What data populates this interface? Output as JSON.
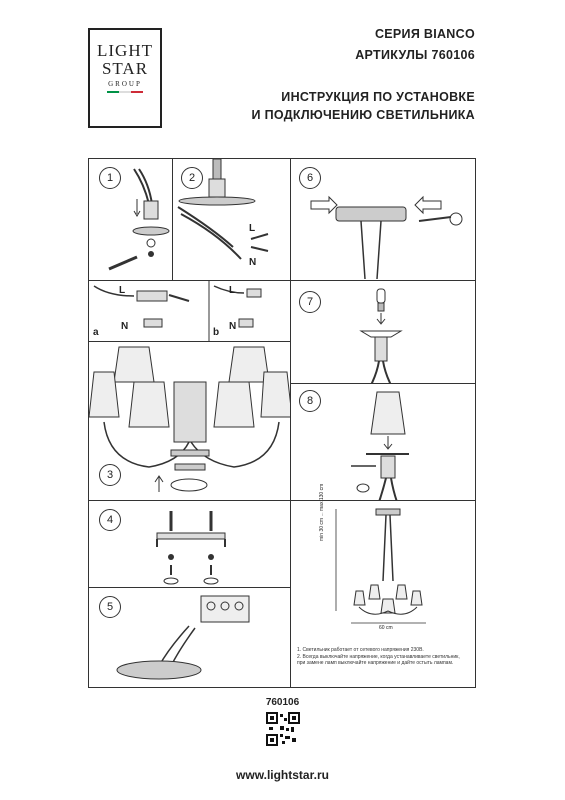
{
  "logo": {
    "line1": "LIGHT",
    "line2": "STAR",
    "line3": "GROUP",
    "flag_colors": [
      "#009246",
      "#ffffff",
      "#ce2b37"
    ]
  },
  "header": {
    "series": "СЕРИЯ BIANCO",
    "articles": "АРТИКУЛЫ 760106",
    "title_line1": "ИНСТРУКЦИЯ ПО УСТАНОВКЕ",
    "title_line2": "И ПОДКЛЮЧЕНИЮ СВЕТИЛЬНИКА"
  },
  "steps": {
    "s1": "1",
    "s2": "2",
    "s3": "3",
    "s4": "4",
    "s5": "5",
    "s6": "6",
    "s7": "7",
    "s8": "8"
  },
  "labels": {
    "L": "L",
    "N": "N",
    "a": "a",
    "b": "b",
    "height": "min 30 cm ... max 130 cm",
    "width": "60 cm"
  },
  "notes": {
    "line1": "1. Светильник работает от сетевого напряжения 230В.",
    "line2": "2. Всегда выключайте напряжение, когда устанавливаете светильник,",
    "line3": "при замене ламп выключайте напряжение и дайте остыть лампам."
  },
  "footer": {
    "code": "760106",
    "url": "www.lightstar.ru"
  }
}
